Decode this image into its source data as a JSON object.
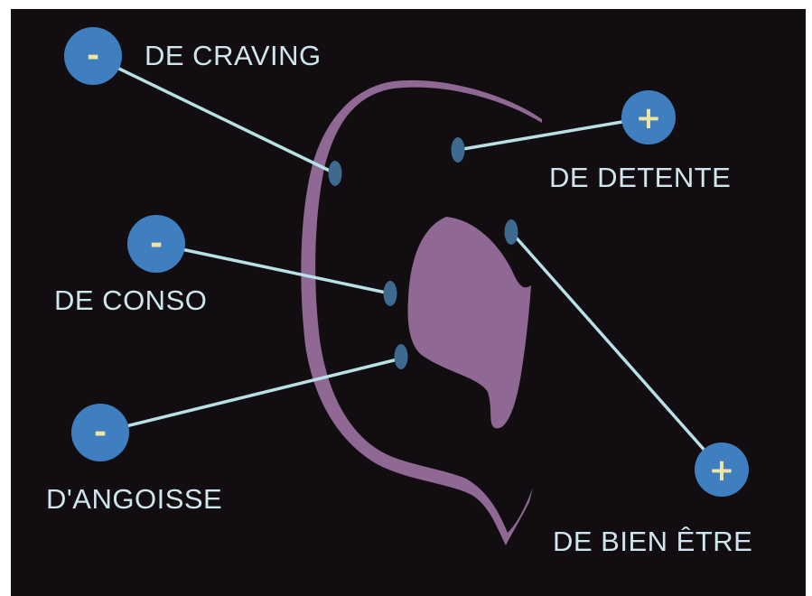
{
  "colors": {
    "background": "#120d10",
    "ear": "#8f6894",
    "point": "#3d6a8e",
    "connector": "#b7e1e6",
    "badge": "#3f7fbf",
    "badge_symbol": "#efe4a4",
    "label_text": "#cfe6ee"
  },
  "points": [
    {
      "label": "DE CRAVING",
      "symbol": "-",
      "effect": "decrease"
    },
    {
      "label": "DE DETENTE",
      "symbol": "+",
      "effect": "increase"
    },
    {
      "label": "DE CONSO",
      "symbol": "-",
      "effect": "decrease"
    },
    {
      "label": "D'ANGOISSE",
      "symbol": "-",
      "effect": "decrease"
    },
    {
      "label": "DE BIEN ÊTRE",
      "symbol": "+",
      "effect": "increase"
    }
  ]
}
